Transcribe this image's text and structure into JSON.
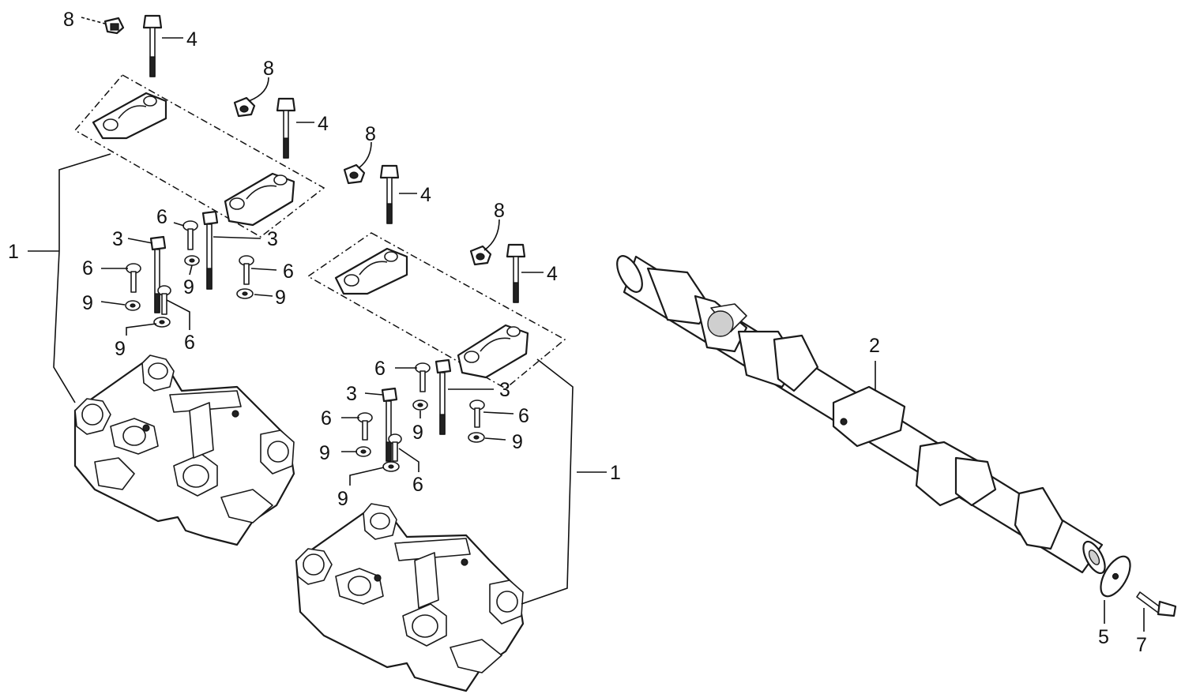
{
  "callouts": {
    "head_left": "1",
    "head_right": "1",
    "camshaft": "2",
    "stud_3a": "3",
    "stud_3b": "3",
    "stud_3c": "3",
    "stud_3d": "3",
    "bolt_4a": "4",
    "bolt_4b": "4",
    "bolt_4c": "4",
    "bolt_4d": "4",
    "washer_5": "5",
    "bolt_6a": "6",
    "bolt_6b": "6",
    "bolt_6c": "6",
    "bolt_6d": "6",
    "bolt_6e": "6",
    "bolt_6f": "6",
    "bolt_6g": "6",
    "bolt_6h": "6",
    "bolt_7": "7",
    "nut_8a": "8",
    "nut_8b": "8",
    "nut_8c": "8",
    "nut_8d": "8",
    "washer_9a": "9",
    "washer_9b": "9",
    "washer_9c": "9",
    "washer_9d": "9",
    "washer_9e": "9",
    "washer_9f": "9",
    "washer_9g": "9",
    "washer_9h": "9"
  }
}
